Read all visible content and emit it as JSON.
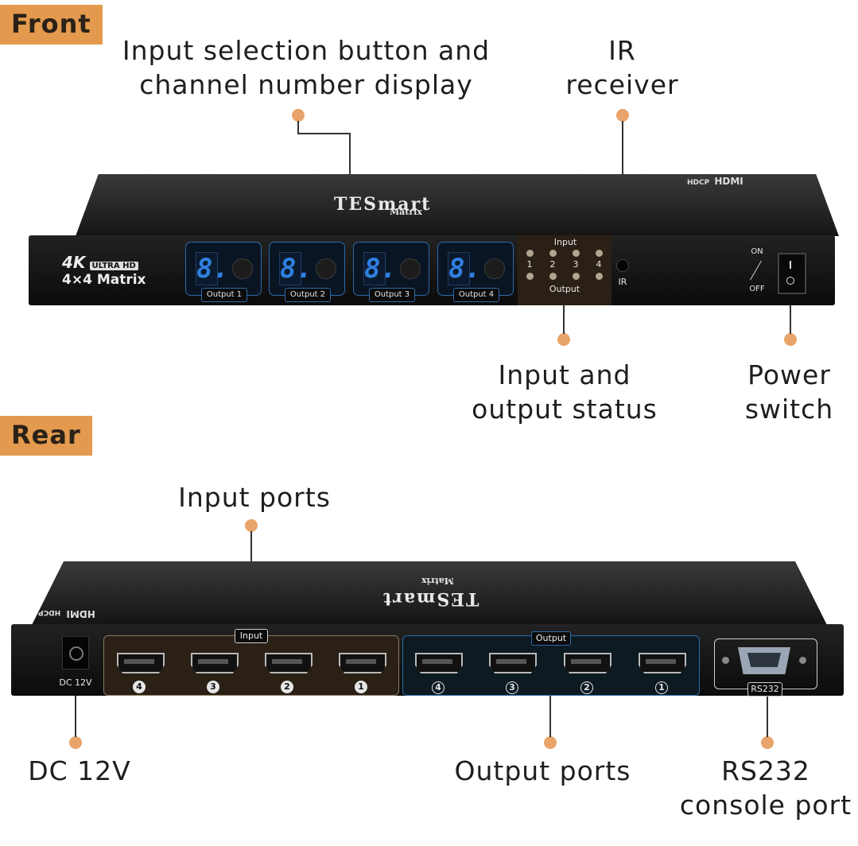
{
  "sections": {
    "front": "Front",
    "rear": "Rear"
  },
  "callouts": {
    "input_selection": [
      "Input selection button and",
      "channel number display"
    ],
    "ir_receiver": [
      "IR",
      "receiver"
    ],
    "io_status": [
      "Input and",
      "output status"
    ],
    "power_switch": [
      "Power",
      "switch"
    ],
    "input_ports": "Input ports",
    "dc": "DC 12V",
    "output_ports": "Output ports",
    "rs232": [
      "RS232",
      "console port"
    ]
  },
  "device": {
    "brand": "TESmart",
    "model_line": "Matrix",
    "badge_4k": "4K",
    "badge_uhd": "ULTRA HD",
    "matrix_label": "4×4 Matrix",
    "hdmi_logo": "HDMI",
    "hdcp": "HDCP",
    "channels": [
      {
        "digit": "8.",
        "label": "Output 1"
      },
      {
        "digit": "8.",
        "label": "Output 2"
      },
      {
        "digit": "8.",
        "label": "Output 3"
      },
      {
        "digit": "8.",
        "label": "Output 4"
      }
    ],
    "status": {
      "input": "Input",
      "output": "Output",
      "numbers": [
        "1",
        "2",
        "3",
        "4"
      ]
    },
    "ir": "IR",
    "power": {
      "on": "ON",
      "off": "OFF"
    },
    "rear": {
      "dc": "DC 12V",
      "input_tag": "Input",
      "output_tag": "Output",
      "input_numbers": [
        "4",
        "3",
        "2",
        "1"
      ],
      "output_numbers": [
        "4",
        "3",
        "2",
        "1"
      ],
      "rs232": "RS232"
    }
  },
  "colors": {
    "accent": "#e39a4e",
    "dot": "#e8a46a",
    "segment": "#2f7fe0",
    "panel_blue": "#2e6aa8"
  }
}
